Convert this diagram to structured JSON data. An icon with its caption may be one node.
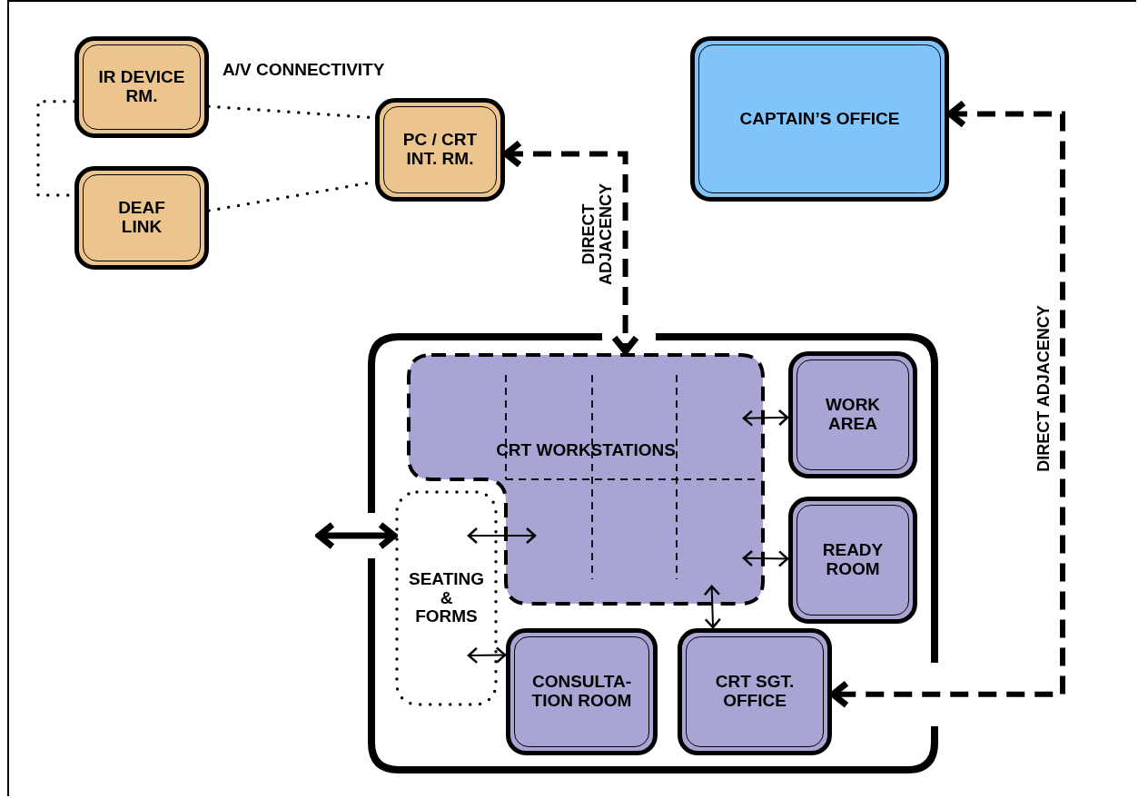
{
  "diagram": {
    "nodes": [
      {
        "text": [
          "IR DEVICE RM."
        ]
      },
      {
        "text": [
          "DEAF LINK"
        ]
      },
      {
        "text": [
          "PC / CRT INT. RM."
        ]
      },
      {
        "text": [
          "CAPTAIN’S OFFICE"
        ]
      },
      {
        "text": [],
        "shape": "box"
      },
      {
        "text": [
          "CRT WORKSTATIONS"
        ],
        "in": 4
      },
      {
        "text": [
          "SEATING & FORMS"
        ],
        "in": 4
      },
      {
        "text": [
          "WORK AREA"
        ],
        "in": 4
      },
      {
        "text": [
          "READY ROOM"
        ],
        "in": 4
      },
      {
        "text": [
          "CONSULTA- TION ROOM"
        ],
        "in": 4
      },
      {
        "text": [
          "CRT SGT. OFFICE"
        ],
        "in": 4
      }
    ],
    "edges": [
      {
        "from": 0,
        "to": 2,
        "arrow": "none",
        "style": "dashed"
      },
      {
        "from": 1,
        "to": 2,
        "arrow": "none",
        "style": "dashed"
      },
      {
        "from": 0,
        "to": 1,
        "arrow": "none",
        "style": "dashed"
      },
      {
        "from": 2,
        "to": 5,
        "arrow": "both",
        "style": "dashed",
        "label": "DIRECT ADJACENCY"
      },
      {
        "from": 3,
        "to": 10,
        "arrow": "both",
        "style": "dashed",
        "label": "DIRECT ADJACENCY"
      },
      {
        "from": null,
        "to": 6,
        "arrow": "both",
        "style": "thick"
      },
      {
        "from": 6,
        "to": 5,
        "arrow": "both"
      },
      {
        "from": 6,
        "to": 9,
        "arrow": "both"
      },
      {
        "from": 5,
        "to": 7,
        "arrow": "both"
      },
      {
        "from": 5,
        "to": 8,
        "arrow": "both"
      },
      {
        "from": 5,
        "to": 10,
        "arrow": "both"
      }
    ],
    "labels": [
      "A/V CONNECTIVITY"
    ]
  }
}
